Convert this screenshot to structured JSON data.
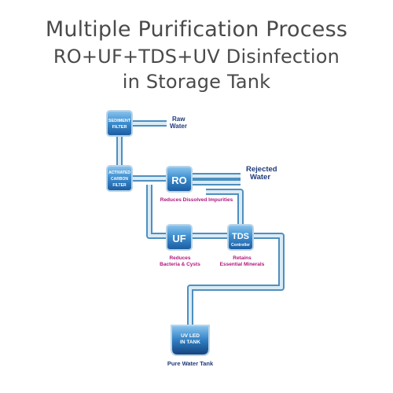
{
  "title": {
    "line1": "Multiple Purification Process",
    "line2": "RO+UF+TDS+UV Disinfection",
    "line3": "in Storage Tank"
  },
  "nodes": {
    "sediment": {
      "line1": "SEDIMENT",
      "line2": "FILTER"
    },
    "carbon": {
      "line1": "ACTIVATED",
      "line2": "CARBON",
      "line3": "FILTER"
    },
    "ro": {
      "label": "RO"
    },
    "uf": {
      "label": "UF"
    },
    "tds": {
      "label": "TDS",
      "sub": "Controller"
    },
    "uv": {
      "line1": "UV LED",
      "line2": "IN TANK"
    }
  },
  "labels": {
    "raw_line1": "Raw",
    "raw_line2": "Water",
    "rejected_line1": "Rejected",
    "rejected_line2": "Water",
    "ro_caption": "Reduces Dissolved Impurities",
    "uf_caption_line1": "Reduces",
    "uf_caption_line2": "Bacteria & Cysts",
    "tds_caption_line1": "Retains",
    "tds_caption_line2": "Essential Minerals",
    "tank_caption": "Pure Water Tank"
  },
  "colors": {
    "pipe": "#b8d4e8",
    "pipe_edge": "#4f8fbf",
    "box_top": "#6fb3e6",
    "box_bottom": "#1b5fa6",
    "caption": "#b0157a",
    "side_label": "#1f3a7a"
  }
}
